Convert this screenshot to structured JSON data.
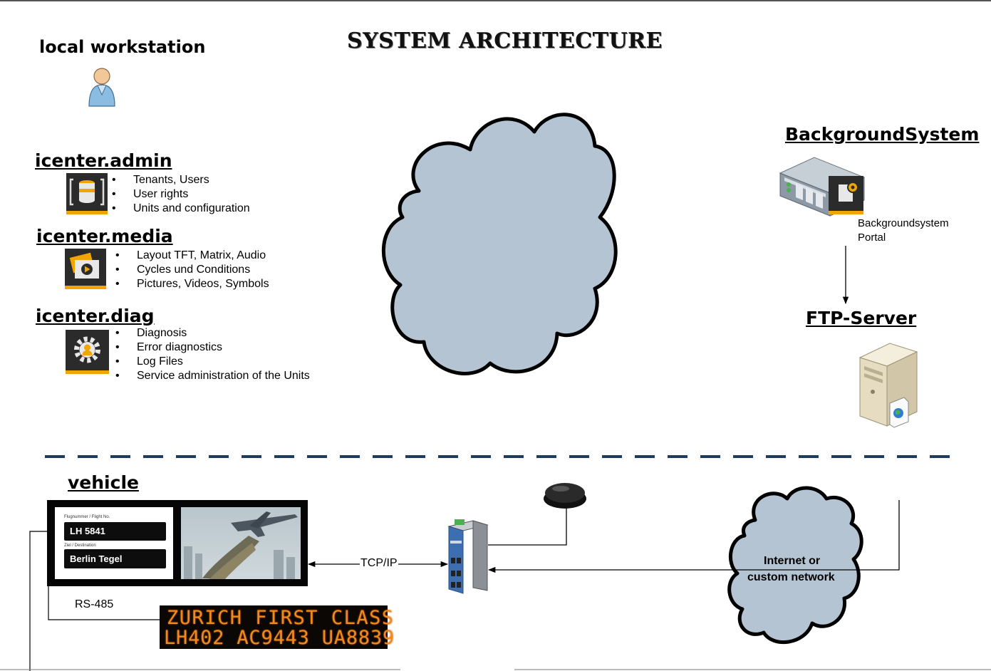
{
  "title": "SYSTEM ARCHITECTURE",
  "workstation": {
    "heading": "local workstation",
    "icon": "user-icon"
  },
  "modules": [
    {
      "name": "icenter.admin",
      "icon": "database-icon",
      "items": [
        "Tenants, Users",
        "User rights",
        "Units and configuration"
      ]
    },
    {
      "name": "icenter.media",
      "icon": "media-play-icon",
      "items": [
        "Layout TFT, Matrix, Audio",
        "Cycles und Conditions",
        "Pictures, Videos, Symbols"
      ]
    },
    {
      "name": "icenter.diag",
      "icon": "gear-diagnostics-icon",
      "items": [
        "Diagnosis",
        "Error diagnostics",
        "Log Files",
        "Service administration of the Units"
      ]
    }
  ],
  "background_system": {
    "heading": "BackgroundSystem",
    "portal_label": [
      "Backgroundsystem",
      "Portal"
    ],
    "icon": "server-rack-icon"
  },
  "ftp": {
    "heading": "FTP-Server",
    "icon": "tower-server-icon"
  },
  "vehicle": {
    "heading": "vehicle",
    "tft_display": {
      "flight_caption": "Flugnummer / Flight No.",
      "flight_value": "LH 5841",
      "dest_caption": "Ziel / Destination",
      "dest_value": "Berlin Tegel"
    },
    "rs485_label": "RS-485",
    "tcpip_label": "TCP/IP",
    "led_display": {
      "line1": "ZURICH FIRST CLASS",
      "line2": "LH402 AC9443 UA8839"
    },
    "router_icon": "router-icon",
    "antenna_icon": "gps-antenna-icon"
  },
  "network": {
    "label_line1": "Internet or",
    "label_line2": "custom network"
  },
  "colors": {
    "cloud_fill": "#b4c4d2",
    "divider": "#1f3a5f",
    "accent": "#f0a500",
    "led": "#f08a1c",
    "icon_bg": "#2b2b2b"
  }
}
